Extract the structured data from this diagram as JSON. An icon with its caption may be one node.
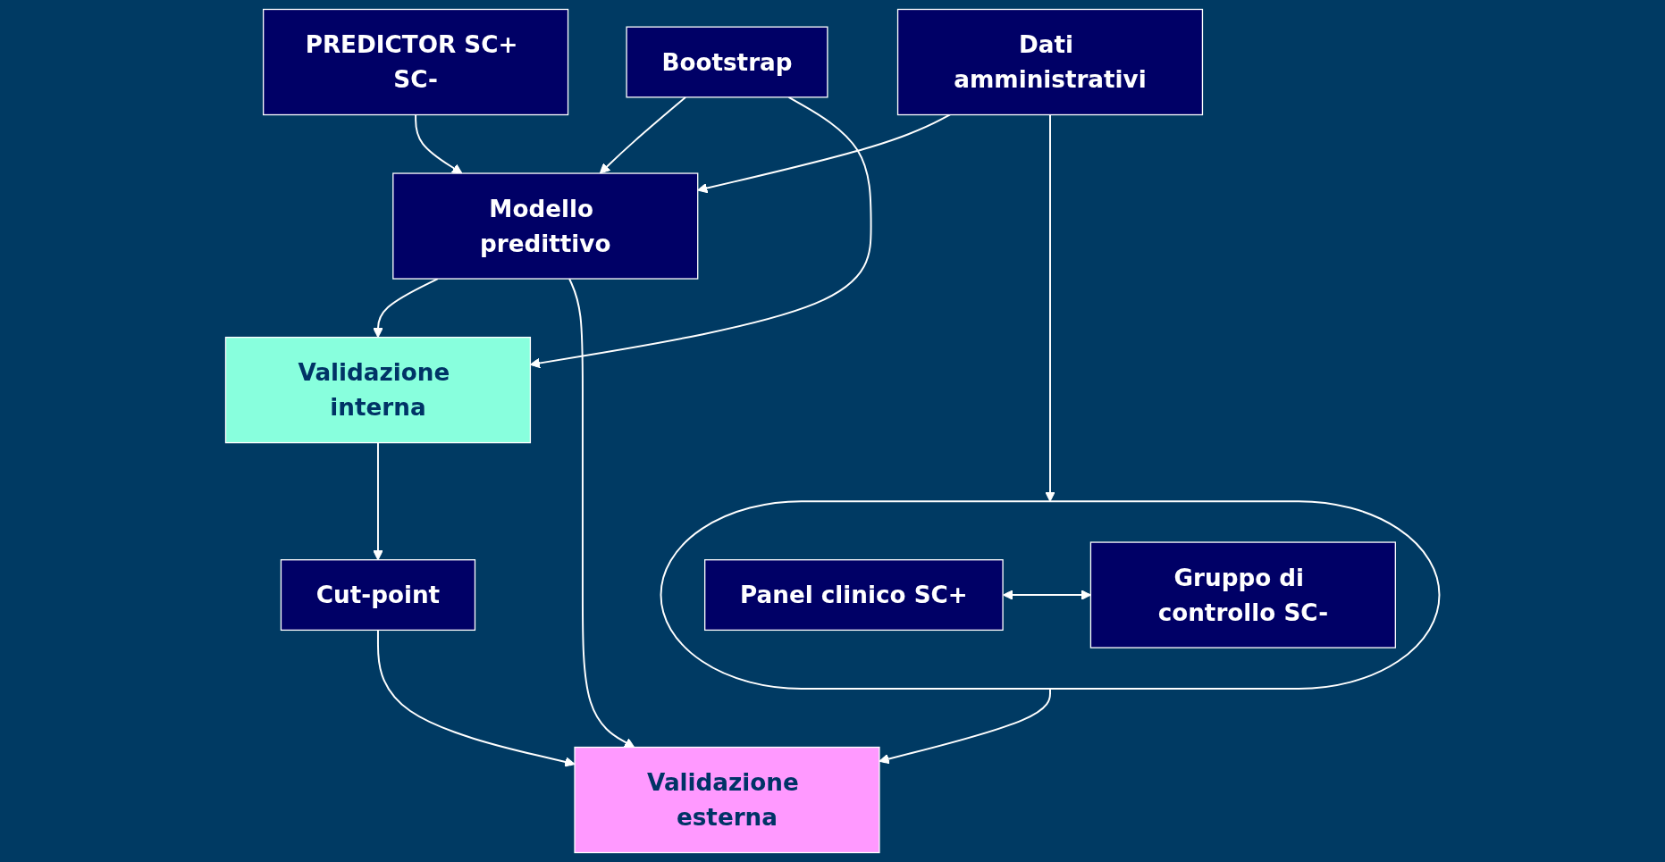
{
  "diagram": {
    "nodes": [
      {
        "text": [
          "Bootstrap"
        ]
      },
      {
        "text": [
          "PREDICTOR SC+ SC-"
        ]
      },
      {
        "text": [
          "Modello predittivo"
        ]
      },
      {
        "text": [
          "Validazione interna"
        ]
      },
      {
        "text": [
          "Cut-point"
        ]
      },
      {
        "text": [
          "Dati amministrativi"
        ]
      },
      {
        "text": [],
        "shape": "ellipse"
      },
      {
        "text": [
          "Panel clinico SC+"
        ],
        "in": 6
      },
      {
        "text": [
          "Gruppo di controllo SC-"
        ],
        "in": 6
      },
      {
        "text": [
          "Validazione esterna"
        ]
      }
    ],
    "edges": [
      {
        "from": 0,
        "to": 2,
        "arrow": "to"
      },
      {
        "from": 0,
        "to": 3,
        "arrow": "to"
      },
      {
        "from": 1,
        "to": 2,
        "arrow": "to"
      },
      {
        "from": 5,
        "to": 2,
        "arrow": "to"
      },
      {
        "from": 2,
        "to": 3,
        "arrow": "to"
      },
      {
        "from": 3,
        "to": 4,
        "arrow": "to"
      },
      {
        "from": 5,
        "to": 6,
        "arrow": "to"
      },
      {
        "from": 7,
        "to": 8,
        "arrow": "both"
      },
      {
        "from": 6,
        "to": 9,
        "arrow": "to"
      },
      {
        "from": 2,
        "to": 9,
        "arrow": "to"
      },
      {
        "from": 4,
        "to": 9,
        "arrow": "to"
      }
    ]
  }
}
